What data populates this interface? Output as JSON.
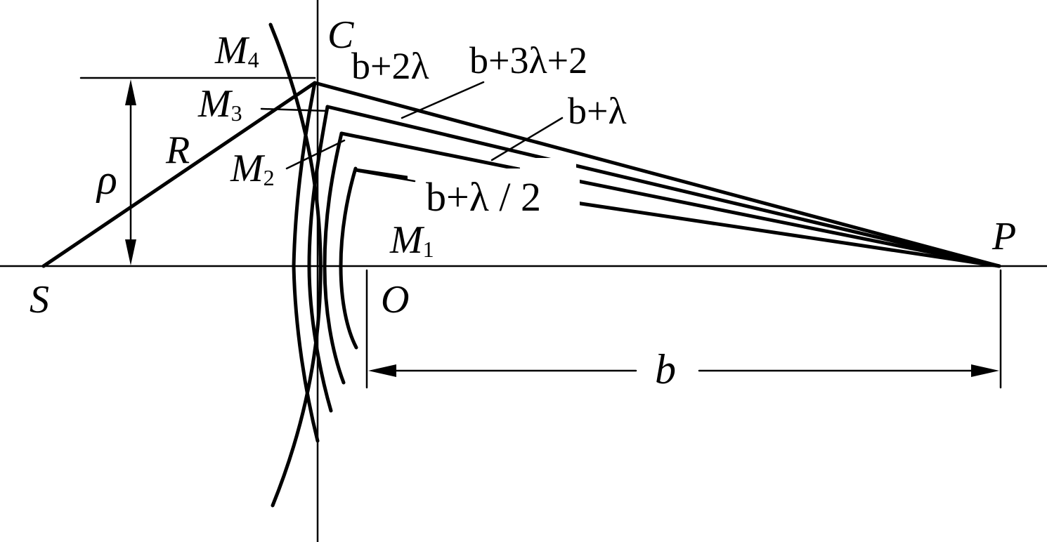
{
  "diagram": {
    "points": {
      "source": "S",
      "observation": "P",
      "pole": "O",
      "edge": "C"
    },
    "zones": {
      "m1": {
        "base": "M",
        "index": "1"
      },
      "m2": {
        "base": "M",
        "index": "2"
      },
      "m3": {
        "base": "M",
        "index": "3"
      },
      "m4": {
        "base": "M",
        "index": "4"
      }
    },
    "dimensions": {
      "radius": "R",
      "height": "ρ",
      "distance": "b"
    },
    "path_lengths": {
      "half_wave": "b+λ / 2",
      "one_wave": "b+λ",
      "two_wave": "b+2λ",
      "three_wave": "b+3λ+2"
    }
  }
}
